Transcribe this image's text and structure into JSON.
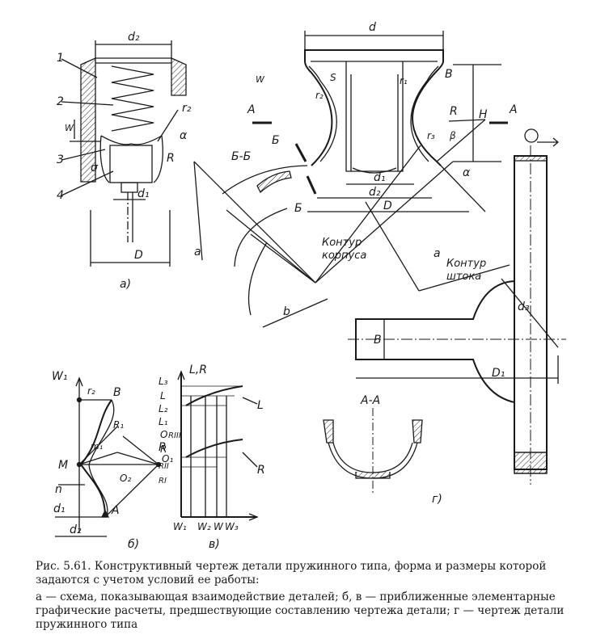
{
  "figure": {
    "caption_title": "Рис. 5.61. Конструктивный чертеж детали пружинного типа, форма и размеры которой задаются с учетом условий ее работы:",
    "caption_body": "а — схема, показывающая взаимодействие деталей; б, в — приближенные элементарные графические расчеты, предшествующие составлению чертежа детали; г — чертеж детали пружинного типа",
    "panels": {
      "a": "а)",
      "b": "б)",
      "v": "в)",
      "g": "г)"
    }
  },
  "labels_a": {
    "d2": "d₂",
    "n1": "1",
    "n2": "2",
    "n3": "3",
    "n4": "4",
    "r2": "r₂",
    "alpha": "α",
    "R": "R",
    "d1": "d₁",
    "D": "D",
    "W": "W",
    "sigma": "σ"
  },
  "labels_main": {
    "d": "d",
    "S": "S",
    "r2": "r₂",
    "r1": "r₁",
    "B": "B",
    "H": "H",
    "A_left": "A",
    "A_right": "A",
    "W": "W",
    "R": "R",
    "r3": "r₃",
    "alpha": "α",
    "beta": "β",
    "B_cut_top": "Б",
    "B_cut_bottom": "Б",
    "section_BB": "Б-Б",
    "d1": "d₁",
    "d2": "d₂",
    "D": "D",
    "a_left": "a",
    "b": "b",
    "contour_body_1": "Контур",
    "contour_body_2": "корпуса",
    "a_right": "a",
    "contour_rod_1": "Контур",
    "contour_rod_2": "штока"
  },
  "labels_g": {
    "B": "B",
    "d3": "d₃",
    "D1": "D₁",
    "section_AA": "A-A"
  },
  "labels_b": {
    "W1": "W₁",
    "r2": "r₂",
    "B": "B",
    "R1": "R₁",
    "M": "M",
    "m1": "m₁",
    "O1": "O₁",
    "O2": "O₂",
    "R": "R",
    "n": "n",
    "A": "A",
    "d1": "d₁",
    "d2": "d₂"
  },
  "labels_v": {
    "LR": "L,R",
    "L3": "L₃",
    "L": "L",
    "L2": "L₂",
    "L1": "L₁",
    "O": "O",
    "RIII": "RIII",
    "R": "R",
    "RII": "RII",
    "RI": "RI",
    "W1": "W₁",
    "W2": "W₂",
    "Wc": "W",
    "W3": "W₃",
    "Lcurve": "L",
    "Rcurve": "R"
  }
}
